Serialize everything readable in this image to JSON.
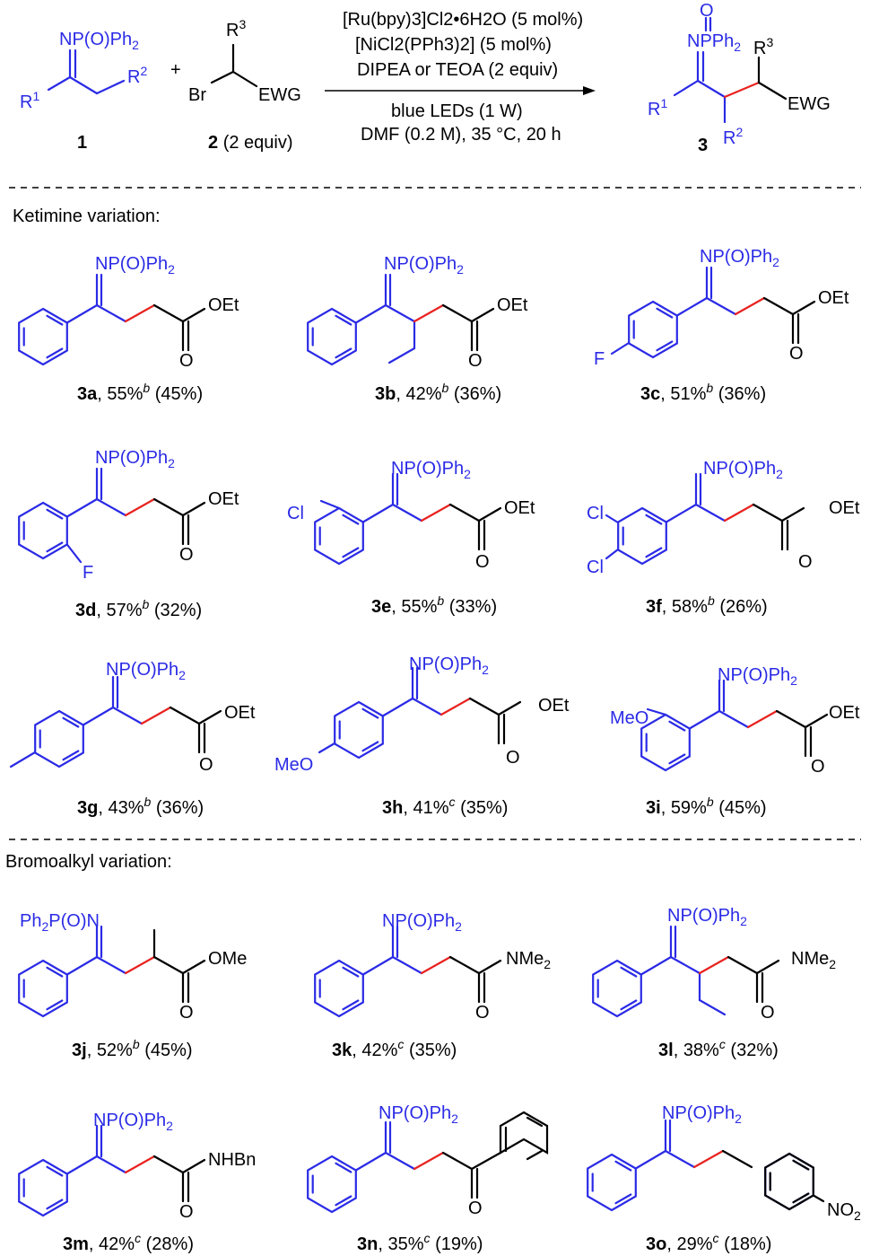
{
  "scheme": {
    "reaction": {
      "substrate_ketimine": {
        "group": "NP(O)Ph",
        "r1": "R",
        "r1_sup": "1",
        "r2": "R",
        "r2_sup": "2",
        "number": "1"
      },
      "plus": "+",
      "substrate_bromide": {
        "r3": "R",
        "r3_sup": "3",
        "br": "Br",
        "ewg": "EWG",
        "number": "2",
        "equiv": "(2 equiv)"
      },
      "conditions": {
        "line1": "[Ru(bpy)3]Cl2•6H2O (5 mol%)",
        "line2": "[NiCl2(PPh3)2] (5 mol%)",
        "line3": "DIPEA or TEOA (2 equiv)",
        "line4": "blue LEDs (1 W)",
        "line5": "DMF (0.2 M), 35 °C, 20 h"
      },
      "product": {
        "o": "O",
        "n": "N",
        "pph2": "PPh",
        "r1": "R",
        "r1_sup": "1",
        "r2": "R",
        "r2_sup": "2",
        "r3": "R",
        "r3_sup": "3",
        "ewg": "EWG",
        "number": "3"
      }
    },
    "section1_title": "Ketimine variation:",
    "section2_title": "Bromoalkyl variation:",
    "labels": {
      "np": "NP(O)Ph",
      "two": "2",
      "ph2po": "Ph",
      "ph2po_tail": "P(O)N",
      "oet": "OEt",
      "ome": "OMe",
      "nme": "NMe",
      "nhbn": "NHBn",
      "o": "O",
      "f": "F",
      "cl": "Cl",
      "meo": "MeO",
      "no": "NO"
    },
    "compounds": [
      {
        "id": "3a",
        "yield": "55%",
        "note": "b",
        "isolated": "(45%)"
      },
      {
        "id": "3b",
        "yield": "42%",
        "note": "b",
        "isolated": "(36%)"
      },
      {
        "id": "3c",
        "yield": "51%",
        "note": "b",
        "isolated": "(36%)"
      },
      {
        "id": "3d",
        "yield": "57%",
        "note": "b",
        "isolated": "(32%)"
      },
      {
        "id": "3e",
        "yield": "55%",
        "note": "b",
        "isolated": "(33%)"
      },
      {
        "id": "3f",
        "yield": "58%",
        "note": "b",
        "isolated": "(26%)"
      },
      {
        "id": "3g",
        "yield": "43%",
        "note": "b",
        "isolated": "(36%)"
      },
      {
        "id": "3h",
        "yield": "41%",
        "note": "c",
        "isolated": "(35%)"
      },
      {
        "id": "3i",
        "yield": "59%",
        "note": "b",
        "isolated": "(45%)"
      },
      {
        "id": "3j",
        "yield": "52%",
        "note": "b",
        "isolated": "(45%)"
      },
      {
        "id": "3k",
        "yield": "42%",
        "note": "c",
        "isolated": "(35%)"
      },
      {
        "id": "3l",
        "yield": "38%",
        "note": "c",
        "isolated": "(32%)"
      },
      {
        "id": "3m",
        "yield": "42%",
        "note": "c",
        "isolated": "(28%)"
      },
      {
        "id": "3n",
        "yield": "35%",
        "note": "c",
        "isolated": "(19%)"
      },
      {
        "id": "3o",
        "yield": "29%",
        "note": "c",
        "isolated": "(18%)"
      }
    ],
    "colors": {
      "scaffold": "#2a2ae6",
      "new_bond": "#e8221f",
      "text": "#000000"
    }
  }
}
